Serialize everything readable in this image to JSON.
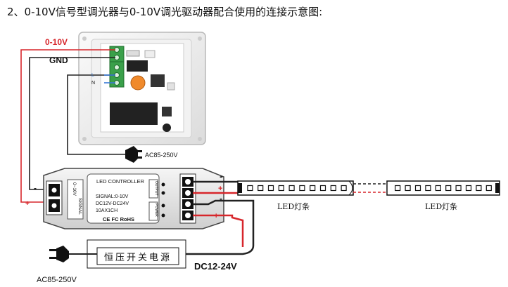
{
  "title": "2、0-10V信号型调光器与0-10V调光驱动器配合使用的连接示意图:",
  "labels": {
    "signal_0_10v": "0-10V",
    "gnd": "GND",
    "ac_top": "AC85-250V",
    "terminal_l": "L",
    "terminal_n": "N",
    "minus": "-",
    "plus": "+",
    "controller_name": "LED CONTROLLER",
    "spec_signal": "SIGNAL:0-10V",
    "spec_voltage": "DC12V-DC24V",
    "spec_current": "10AX1CH",
    "cert": "CE FC RoHS",
    "port_0_10v": "0~10V",
    "port_signal": "SIGNAL",
    "port_output": "OUTPUT",
    "port_power": "POWER",
    "strip1": "LED灯条",
    "strip2": "LED灯条",
    "psu": "恒压开关电源",
    "dc_out": "DC12-24V",
    "ac_bottom": "AC85-250V"
  },
  "colors": {
    "signal_wire": "#d7262b",
    "gnd_wire": "#222222",
    "terminal_green": "#3aa04a",
    "knob_orange": "#f08a2c"
  }
}
